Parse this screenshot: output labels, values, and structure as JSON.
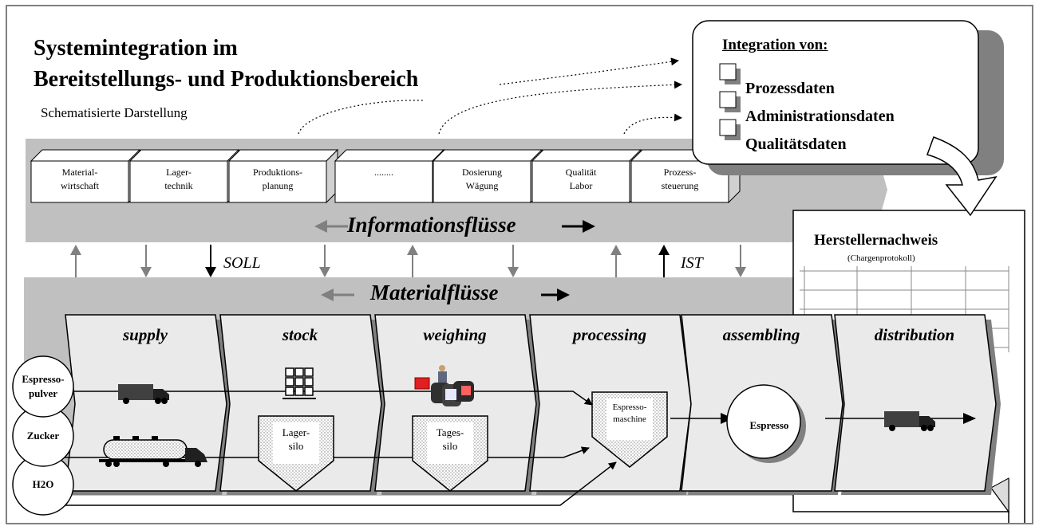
{
  "header": {
    "title_line1": "Systemintegration im",
    "title_line2": "Bereitstellungs- und Produktionsbereich",
    "subtitle": "Schematisierte Darstellung"
  },
  "integration": {
    "title": "Integration von:",
    "items": [
      "Prozessdaten",
      "Administrationsdaten",
      "Qualitätsdaten"
    ]
  },
  "info_systems": [
    {
      "l1": "Material-",
      "l2": "wirtschaft"
    },
    {
      "l1": "Lager-",
      "l2": "technik"
    },
    {
      "l1": "Produktions-",
      "l2": "planung"
    },
    {
      "l1": "........",
      "l2": ""
    },
    {
      "l1": "Dosierung",
      "l2": "Wägung"
    },
    {
      "l1": "Qualität",
      "l2": "Labor"
    },
    {
      "l1": "Prozess-",
      "l2": "steuerung"
    }
  ],
  "flows": {
    "information": "Informationsflüsse",
    "material": "Materialflüsse",
    "soll": "SOLL",
    "ist": "IST"
  },
  "report": {
    "title": "Herstellernachweis",
    "subtitle": "(Chargenprotokoll)"
  },
  "stages": [
    "supply",
    "stock",
    "weighing",
    "processing",
    "assembling",
    "distribution"
  ],
  "inputs": [
    {
      "l1": "Espresso-",
      "l2": "pulver"
    },
    {
      "l1": "Zucker",
      "l2": ""
    },
    {
      "l1": "H2O",
      "l2": ""
    }
  ],
  "silos": [
    {
      "l1": "Lager-",
      "l2": "silo"
    },
    {
      "l1": "Tages-",
      "l2": "silo"
    },
    {
      "l1": "Espresso-",
      "l2": "maschine"
    }
  ],
  "product": "Espresso",
  "colors": {
    "band": "#c0c0c0",
    "chevron": "#eaeaea",
    "arrow_gray": "#808080",
    "outline": "#000000"
  },
  "icons": [
    "truck-icon",
    "tanker-truck-icon",
    "pallet-icon",
    "scale-worker-icon"
  ]
}
